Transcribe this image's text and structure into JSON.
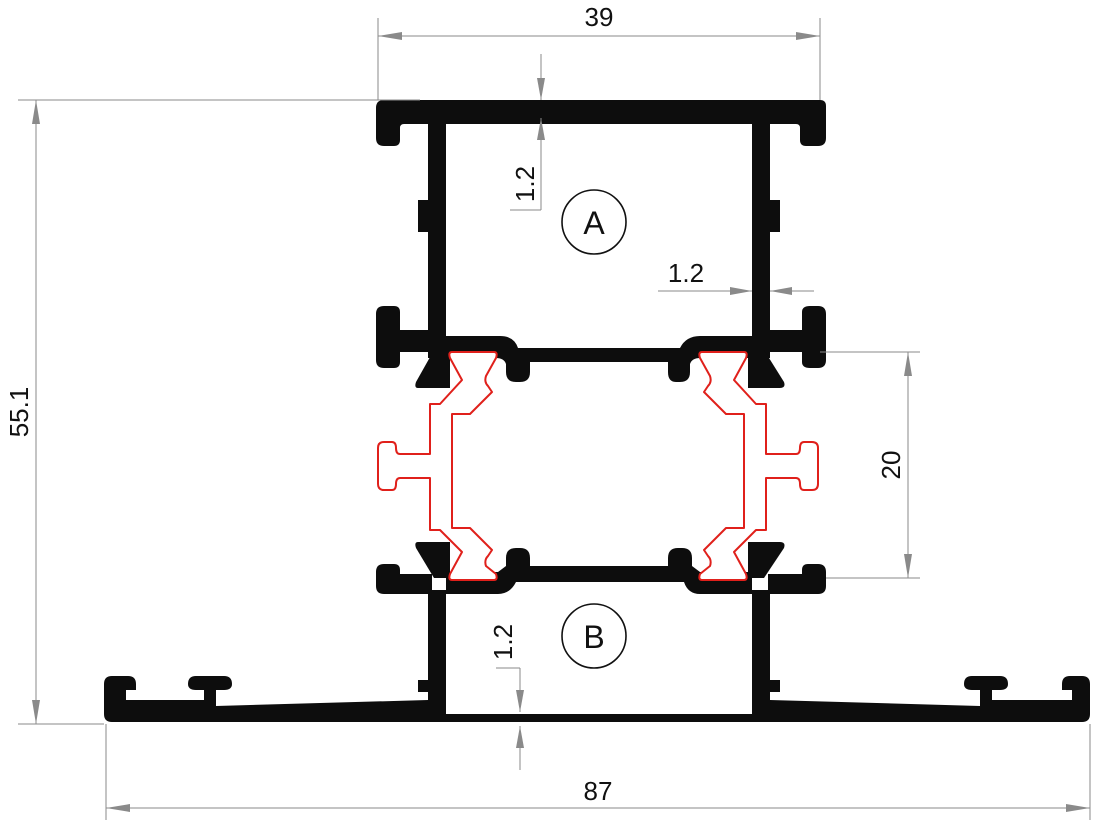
{
  "colors": {
    "profile": "#0d0d0d",
    "thermal_break": "#e0201b",
    "dimension": "#8a8a8a",
    "text": "#111111"
  },
  "dimensions": {
    "top_width": "39",
    "total_height": "55.1",
    "bottom_width": "87",
    "thermal_break_height": "20",
    "wall_top": "1.2",
    "wall_side": "1.2",
    "wall_bottom": "1.2"
  },
  "chambers": {
    "upper": "A",
    "lower": "B"
  }
}
